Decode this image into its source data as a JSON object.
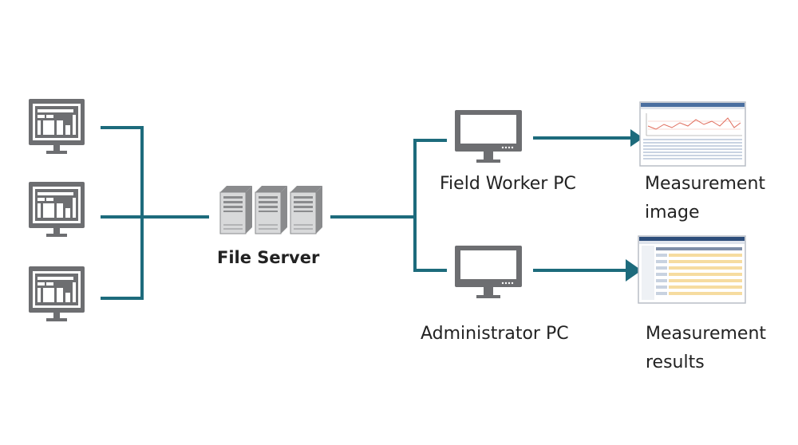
{
  "labels": {
    "file_server": "File Server",
    "field_worker_pc": "Field Worker PC",
    "administrator_pc": "Administrator PC",
    "measurement_image": [
      "Measurement",
      "image"
    ],
    "measurement_results": [
      "Measurement",
      "results"
    ]
  },
  "colors": {
    "connector": "#1d6b7c",
    "device_gray": "#6d6e71",
    "server_light": "#d8d9da",
    "server_dark": "#8a8b8d",
    "screen_border": "#b9bdc6"
  },
  "icons": {
    "terminal": "monitor-with-dashboard-icon",
    "server": "server-rack-icon",
    "pc": "desktop-monitor-icon",
    "chart_screenshot": "line-chart-screenshot-icon",
    "table_screenshot": "results-table-screenshot-icon"
  }
}
